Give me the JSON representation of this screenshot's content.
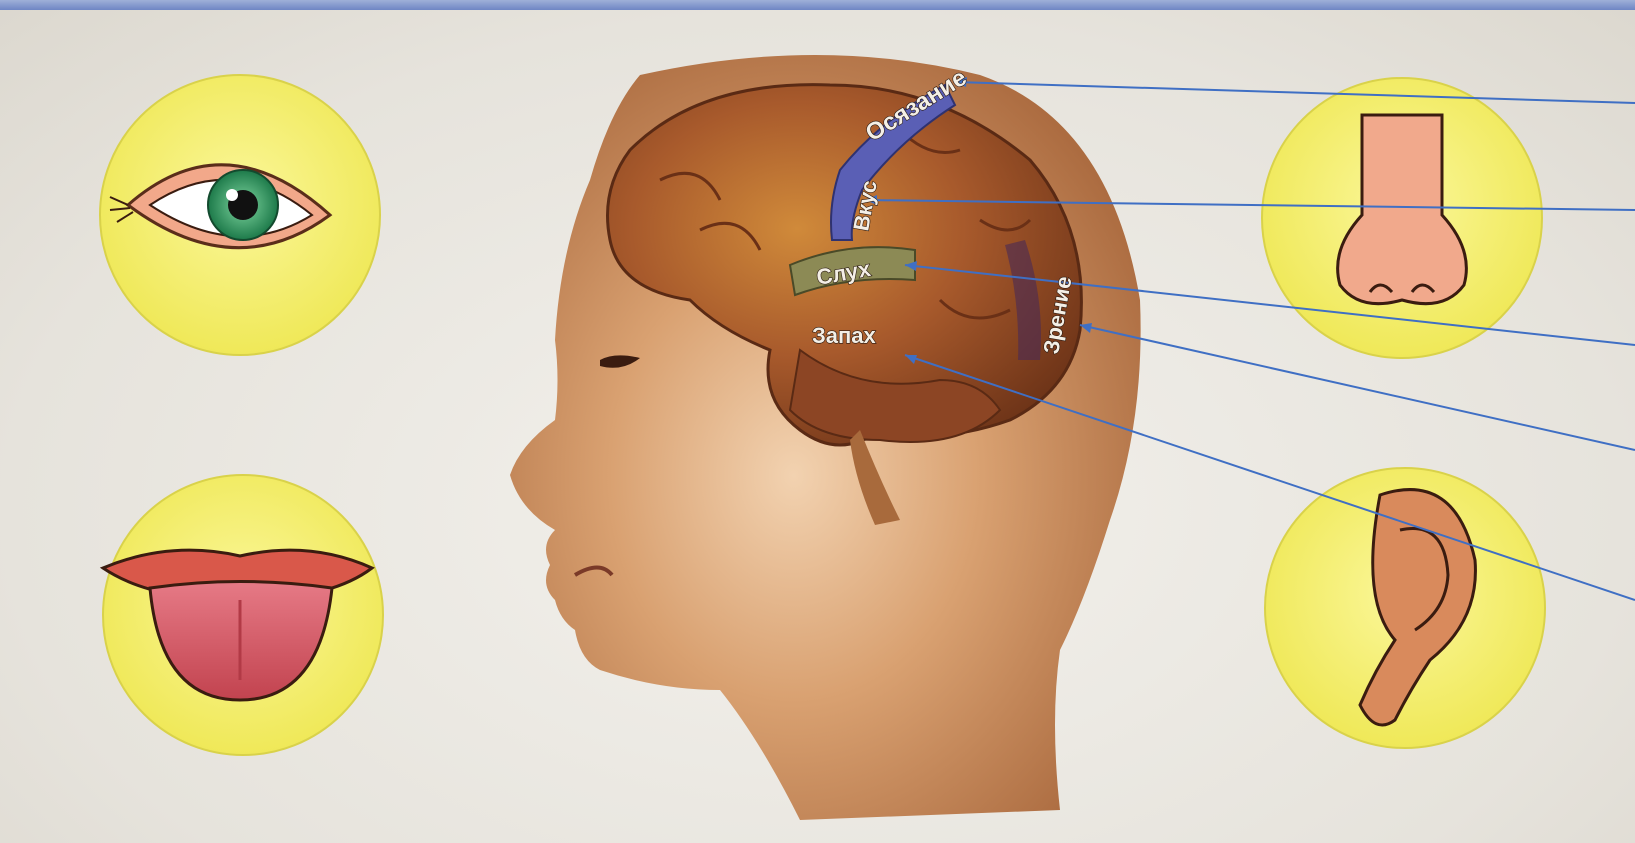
{
  "diagram": {
    "regions": [
      {
        "id": "touch",
        "label": "Осязание"
      },
      {
        "id": "taste",
        "label": "Вкус"
      },
      {
        "id": "hearing",
        "label": "Слух"
      },
      {
        "id": "vision",
        "label": "Зрение"
      },
      {
        "id": "smell",
        "label": "Запах"
      }
    ],
    "organs": [
      "eye-icon",
      "mouth-tongue-icon",
      "nose-icon",
      "ear-icon"
    ],
    "colors": {
      "organ_circle": "#f5f06a",
      "pointer_line": "#3f6fc4",
      "head_skin": "#c98a55",
      "brain": "#9a4a2a",
      "taste_region": "#5a5fb5",
      "hearing_region": "#8c8a55",
      "background": "#eceae4"
    }
  }
}
